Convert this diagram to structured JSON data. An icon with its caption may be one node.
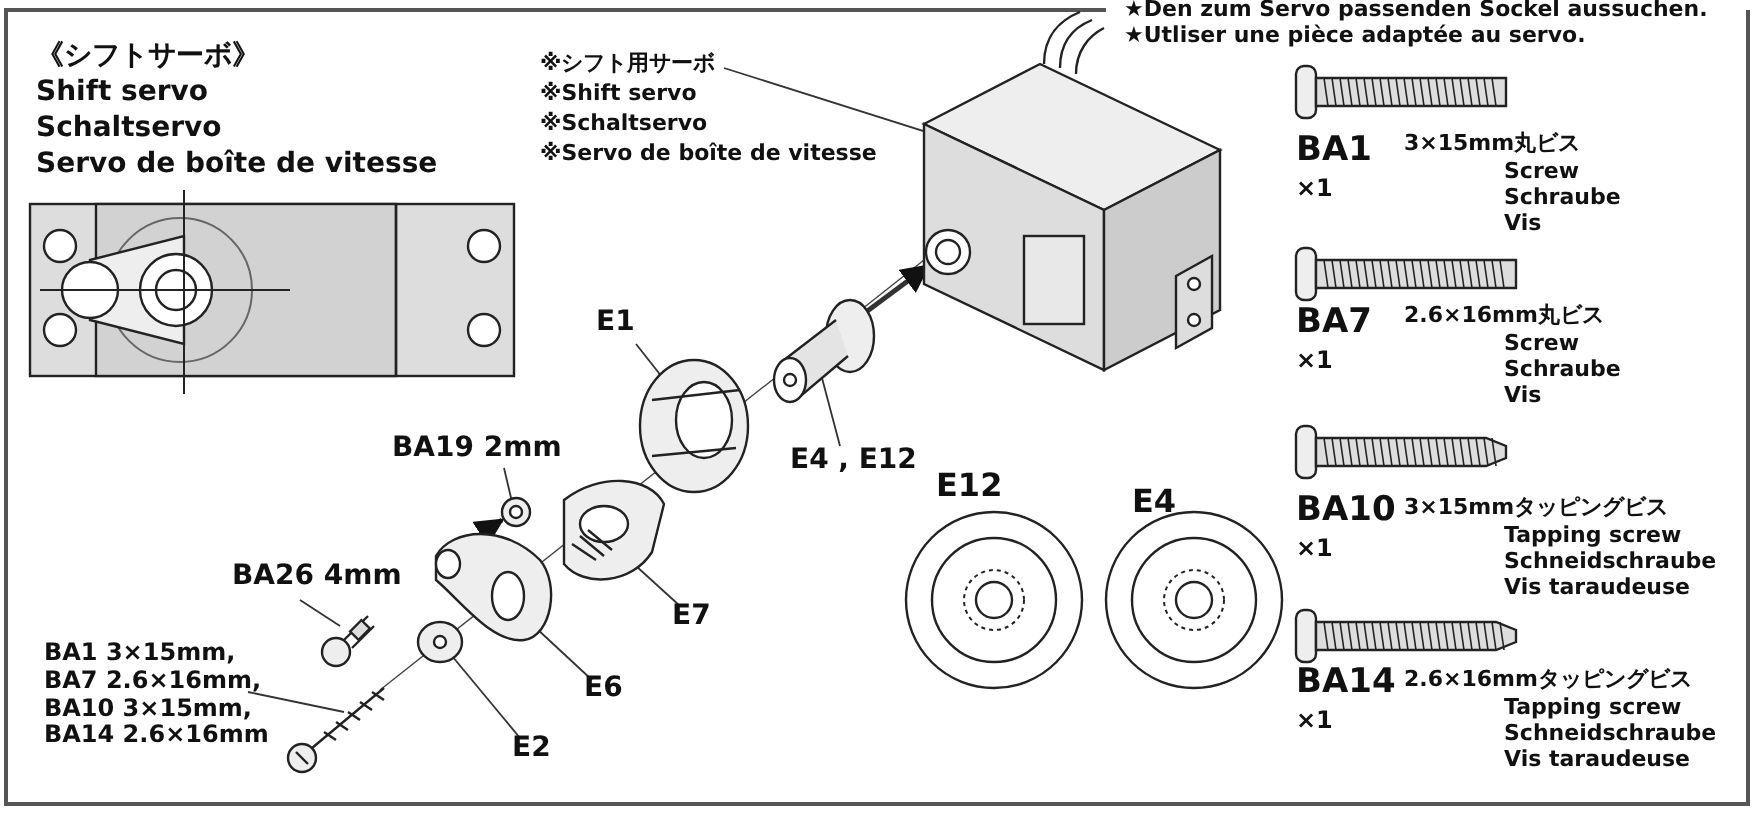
{
  "diagram": {
    "nodes": [
      {
        "text": [
          "※シフト用サーボ",
          "※Shift servo",
          "※Schaltservo",
          "※Servo de boîte de vitesse"
        ]
      },
      {
        "text": [],
        "shape": "picture"
      },
      {
        "text": [
          "E1"
        ]
      },
      {
        "text": [],
        "shape": "picture"
      },
      {
        "text": [
          "E4 , E12"
        ]
      },
      {
        "text": [],
        "shape": "picture"
      },
      {
        "text": [
          "E7"
        ]
      },
      {
        "text": [],
        "shape": "picture"
      },
      {
        "text": [
          "BA19 2mm"
        ]
      },
      {
        "text": [],
        "shape": "picture"
      },
      {
        "text": [
          "BA26 4mm"
        ]
      },
      {
        "text": [],
        "shape": "picture"
      },
      {
        "text": [
          "E6"
        ]
      },
      {
        "text": [],
        "shape": "picture"
      },
      {
        "text": [
          "E2"
        ]
      },
      {
        "text": [],
        "shape": "picture"
      },
      {
        "text": [
          "BA1 3×15mm, BA7 2.6×16mm, BA10 3×15mm, BA14 2.6×16mm"
        ]
      },
      {
        "text": [],
        "shape": "picture"
      }
    ],
    "edges": [
      {
        "from": 0,
        "to": 1,
        "arrow": "none"
      },
      {
        "from": 2,
        "to": 3,
        "arrow": "none"
      },
      {
        "from": 4,
        "to": 5,
        "arrow": "none"
      },
      {
        "from": 6,
        "to": 7,
        "arrow": "none"
      },
      {
        "from": 8,
        "to": 9,
        "arrow": "none"
      },
      {
        "from": 10,
        "to": 11,
        "arrow": "none"
      },
      {
        "from": 12,
        "to": 13,
        "arrow": "none"
      },
      {
        "from": 14,
        "to": 15,
        "arrow": "none"
      },
      {
        "from": 16,
        "to": 17,
        "arrow": "none"
      },
      {
        "from": 13,
        "to": 9,
        "arrow": "to",
        "style": "thick"
      },
      {
        "from": 5,
        "to": 1,
        "arrow": "to",
        "style": "thick"
      }
    ],
    "labels": [
      "★Den zum Servo passenden Sockel aussuchen.",
      "★Utliser une pièce adaptée au servo.",
      "《シフトサーボ》",
      "Shift servo",
      "Schaltservo",
      "Servo de boîte de vitesse",
      "E12",
      "E4",
      "BA1",
      "×1",
      "3×15mm丸ビス",
      "Screw",
      "Schraube",
      "Vis",
      "BA7",
      "×1",
      "2.6×16mm丸ビス",
      "Screw",
      "Schraube",
      "Vis",
      "BA10",
      "×1",
      "3×15mmタッピングビス",
      "Tapping screw",
      "Schneidschraube",
      "Vis taraudeuse",
      "BA14",
      "×1",
      "2.6×16mmタッピングビス",
      "Tapping screw",
      "Schneidschraube",
      "Vis taraudeuse"
    ]
  }
}
